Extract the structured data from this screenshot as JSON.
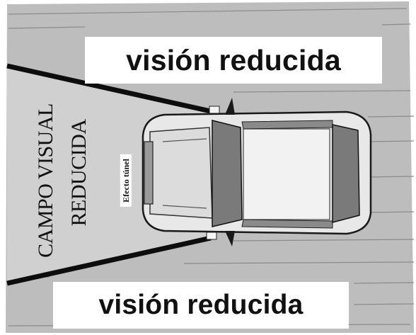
{
  "banners": {
    "top": "visión reducida",
    "bottom": "visión reducida"
  },
  "field_label": {
    "line1": "CAMPO VISUAL",
    "line2": "REDUCIDA"
  },
  "tunnel_label": "Efecto túnel",
  "colors": {
    "road": "#bdbdbd",
    "cone": "#d0d0d0",
    "car_body": "#e8e8e8",
    "glass": "#7a7a7a",
    "ink": "#111111"
  }
}
